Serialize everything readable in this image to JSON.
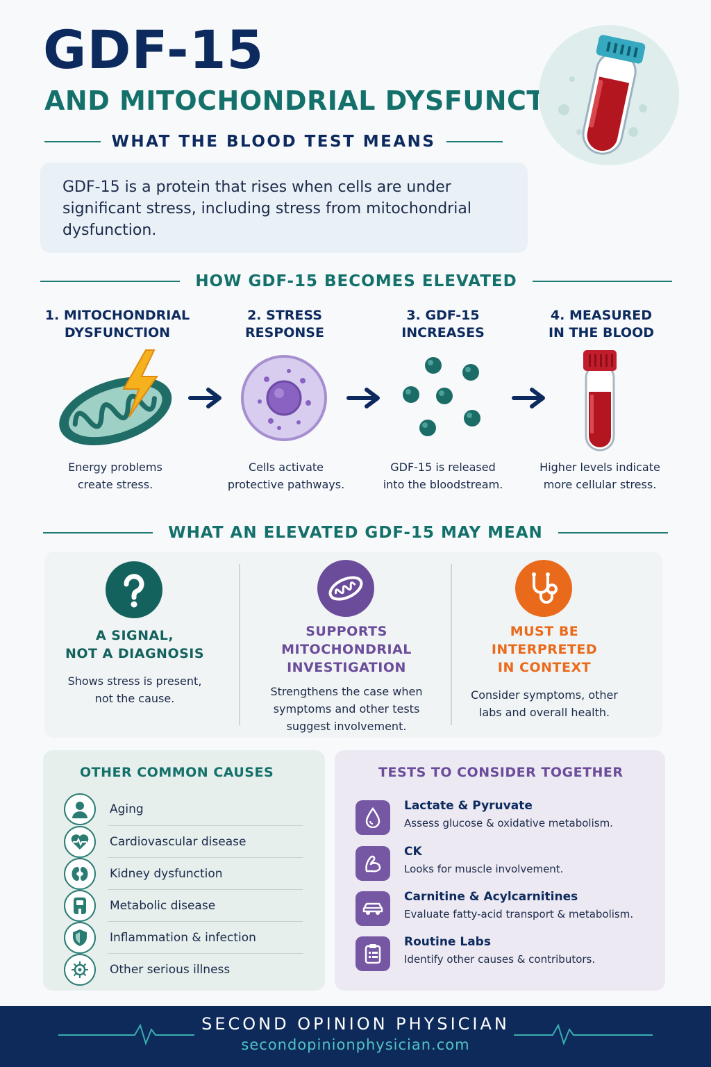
{
  "header": {
    "title": "GDF-15",
    "subtitle": "AND MITOCHONDRIAL DYSFUNCTION",
    "tagline": "WHAT THE BLOOD TEST MEANS",
    "intro": "GDF-15 is a protein that rises when cells are under significant stress, including stress from mitochondrial dysfunction.",
    "badge_icon": "blood-tube-icon"
  },
  "elevation": {
    "heading": "HOW GDF-15 BECOMES ELEVATED",
    "steps": [
      {
        "title": "1. MITOCHONDRIAL\nDYSFUNCTION",
        "desc": "Energy problems\ncreate stress.",
        "icon": "mitochondrion-lightning-icon"
      },
      {
        "title": "2. STRESS\nRESPONSE",
        "desc": "Cells activate\nprotective pathways.",
        "icon": "cell-icon"
      },
      {
        "title": "3. GDF-15\nINCREASES",
        "desc": "GDF-15 is released\ninto the bloodstream.",
        "icon": "molecules-icon"
      },
      {
        "title": "4. MEASURED\nIN THE BLOOD",
        "desc": "Higher levels indicate\nmore cellular stress.",
        "icon": "blood-tube-icon"
      }
    ],
    "arrow_icon": "arrow-right-icon"
  },
  "meaning": {
    "heading": "WHAT AN ELEVATED GDF-15 MAY MEAN",
    "cards": [
      {
        "title": "A SIGNAL,\nNOT A DIAGNOSIS",
        "desc": "Shows stress is present,\nnot the cause.",
        "icon": "question-icon",
        "color": "#13625e"
      },
      {
        "title": "SUPPORTS\nMITOCHONDRIAL\nINVESTIGATION",
        "desc": "Strengthens the case when\nsymptoms and other tests\nsuggest involvement.",
        "icon": "mitochondrion-icon",
        "color": "#6b4c9a"
      },
      {
        "title": "MUST BE\nINTERPRETED\nIN CONTEXT",
        "desc": "Consider symptoms, other\nlabs and overall health.",
        "icon": "stethoscope-icon",
        "color": "#ea6a1c"
      }
    ]
  },
  "causes": {
    "title": "OTHER COMMON CAUSES",
    "items": [
      {
        "label": "Aging",
        "icon": "person-icon"
      },
      {
        "label": "Cardiovascular disease",
        "icon": "heart-icon"
      },
      {
        "label": "Kidney dysfunction",
        "icon": "kidney-icon"
      },
      {
        "label": "Metabolic disease",
        "icon": "glucose-meter-icon"
      },
      {
        "label": "Inflammation & infection",
        "icon": "shield-icon"
      },
      {
        "label": "Other serious illness",
        "icon": "virus-icon"
      }
    ]
  },
  "tests": {
    "title": "TESTS TO CONSIDER TOGETHER",
    "items": [
      {
        "name": "Lactate & Pyruvate",
        "desc": "Assess glucose & oxidative metabolism.",
        "icon": "droplet-icon"
      },
      {
        "name": "CK",
        "desc": "Looks for muscle involvement.",
        "icon": "muscle-icon"
      },
      {
        "name": "Carnitine & Acylcarnitines",
        "desc": "Evaluate fatty-acid transport & metabolism.",
        "icon": "car-icon"
      },
      {
        "name": "Routine Labs",
        "desc": "Identify other causes & contributors.",
        "icon": "clipboard-icon"
      }
    ]
  },
  "footer": {
    "name": "SECOND OPINION PHYSICIAN",
    "url": "secondopinionphysician.com",
    "icon": "heartbeat-line-icon"
  },
  "colors": {
    "navy": "#0d2a5e",
    "teal": "#14706a",
    "purple": "#6b4c9a",
    "orange": "#ea6a1c",
    "blood": "#b3161f"
  }
}
